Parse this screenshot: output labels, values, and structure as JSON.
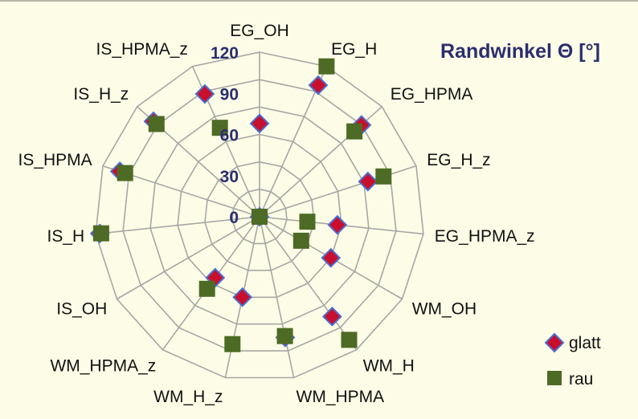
{
  "chart_data": {
    "type": "radar",
    "title": "Randwinkel Θ [°]",
    "categories": [
      "EG_OH",
      "EG_H",
      "EG_HPMA",
      "EG_H_z",
      "EG_HPMA_z",
      "WM_OH",
      "WM_H",
      "WM_HPMA",
      "WM_H_z",
      "WM_HPMA_z",
      "IS_OH",
      "IS_H",
      "IS_HPMA",
      "IS_H_z",
      "IS_HPMA_z"
    ],
    "rlim": [
      0,
      120
    ],
    "rticks": [
      0,
      30,
      60,
      90,
      120
    ],
    "rtick_labels": [
      "0",
      "30",
      "60",
      "90",
      "120"
    ],
    "grid": true,
    "legend_position": "right-bottom",
    "series": [
      {
        "name": "glatt",
        "marker": "diamond",
        "color": "#c8102e",
        "edge": "#4a6fd0",
        "values": [
          68,
          105,
          100,
          83,
          57,
          60,
          90,
          90,
          60,
          55,
          0,
          117,
          107,
          104,
          98
        ]
      },
      {
        "name": "rau",
        "marker": "square",
        "color": "#4d6b24",
        "values": [
          0,
          120,
          93,
          95,
          35,
          35,
          111,
          89,
          95,
          65,
          0,
          116,
          103,
          101,
          71
        ]
      }
    ]
  }
}
